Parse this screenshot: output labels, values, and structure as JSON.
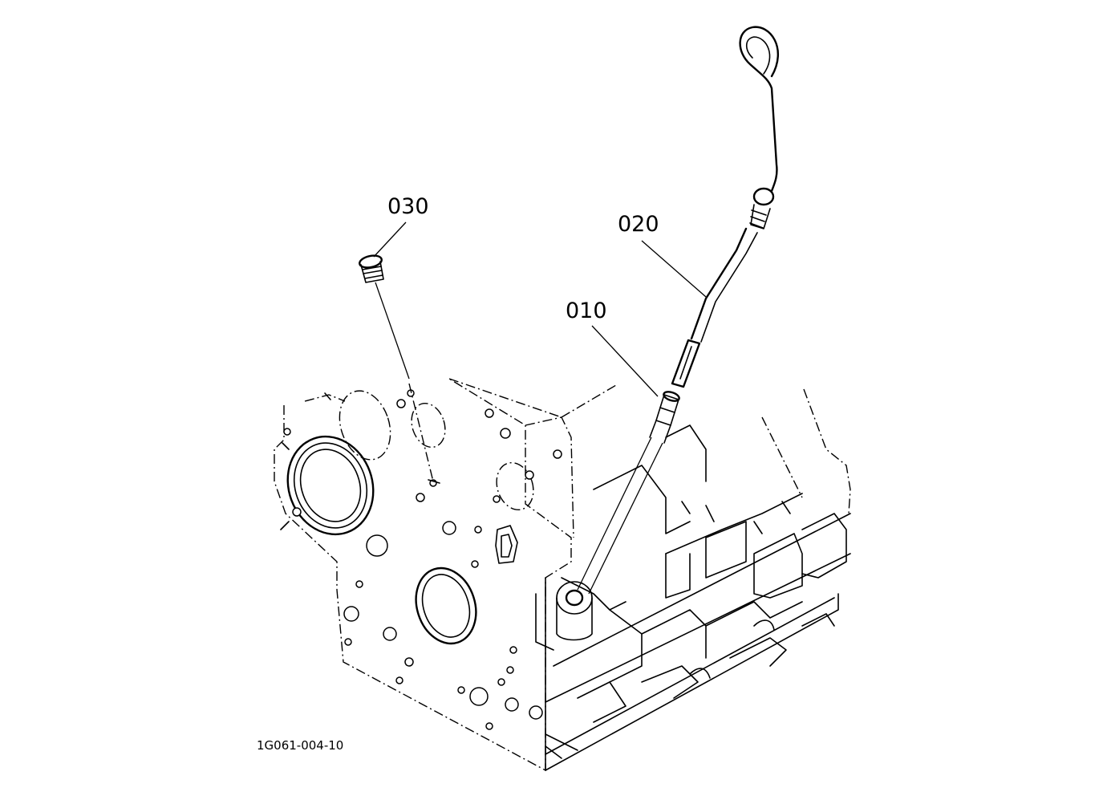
{
  "diagram": {
    "callouts": [
      {
        "id": "010",
        "label": "010"
      },
      {
        "id": "020",
        "label": "020"
      },
      {
        "id": "030",
        "label": "030"
      }
    ],
    "drawing_id": "1G061-004-10"
  }
}
